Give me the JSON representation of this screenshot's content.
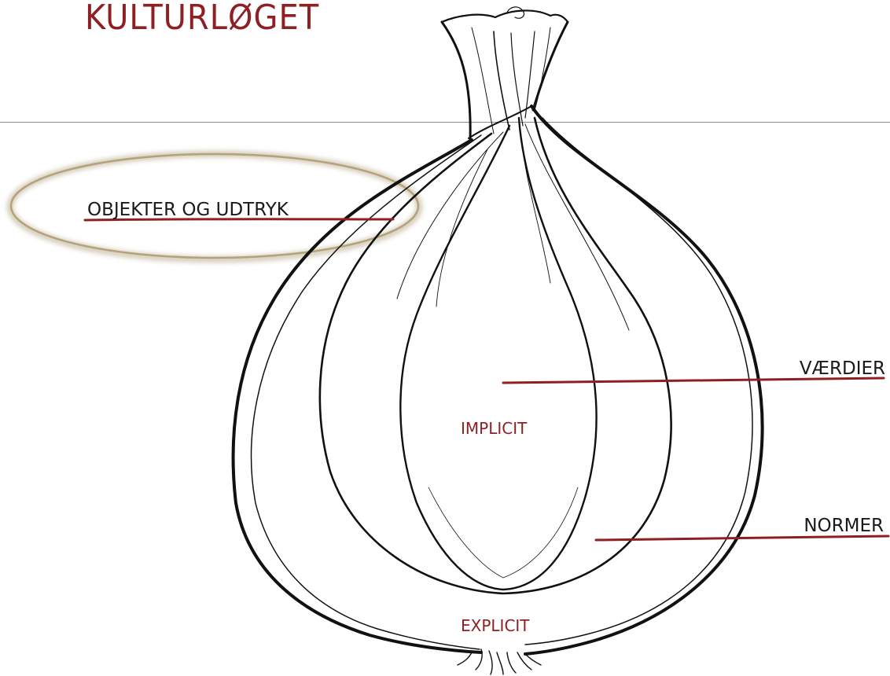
{
  "title": "KULTURLØGET",
  "labels": {
    "objekter": "OBJEKTER OG UDTRYK",
    "vaerdier": "VÆRDIER",
    "normer": "NORMER",
    "implicit": "IMPLICIT",
    "explicit": "EXPLICIT"
  },
  "colors": {
    "accent": "#8e1f22",
    "ink": "#111111",
    "ellipse_outline": "#b3a27a"
  }
}
